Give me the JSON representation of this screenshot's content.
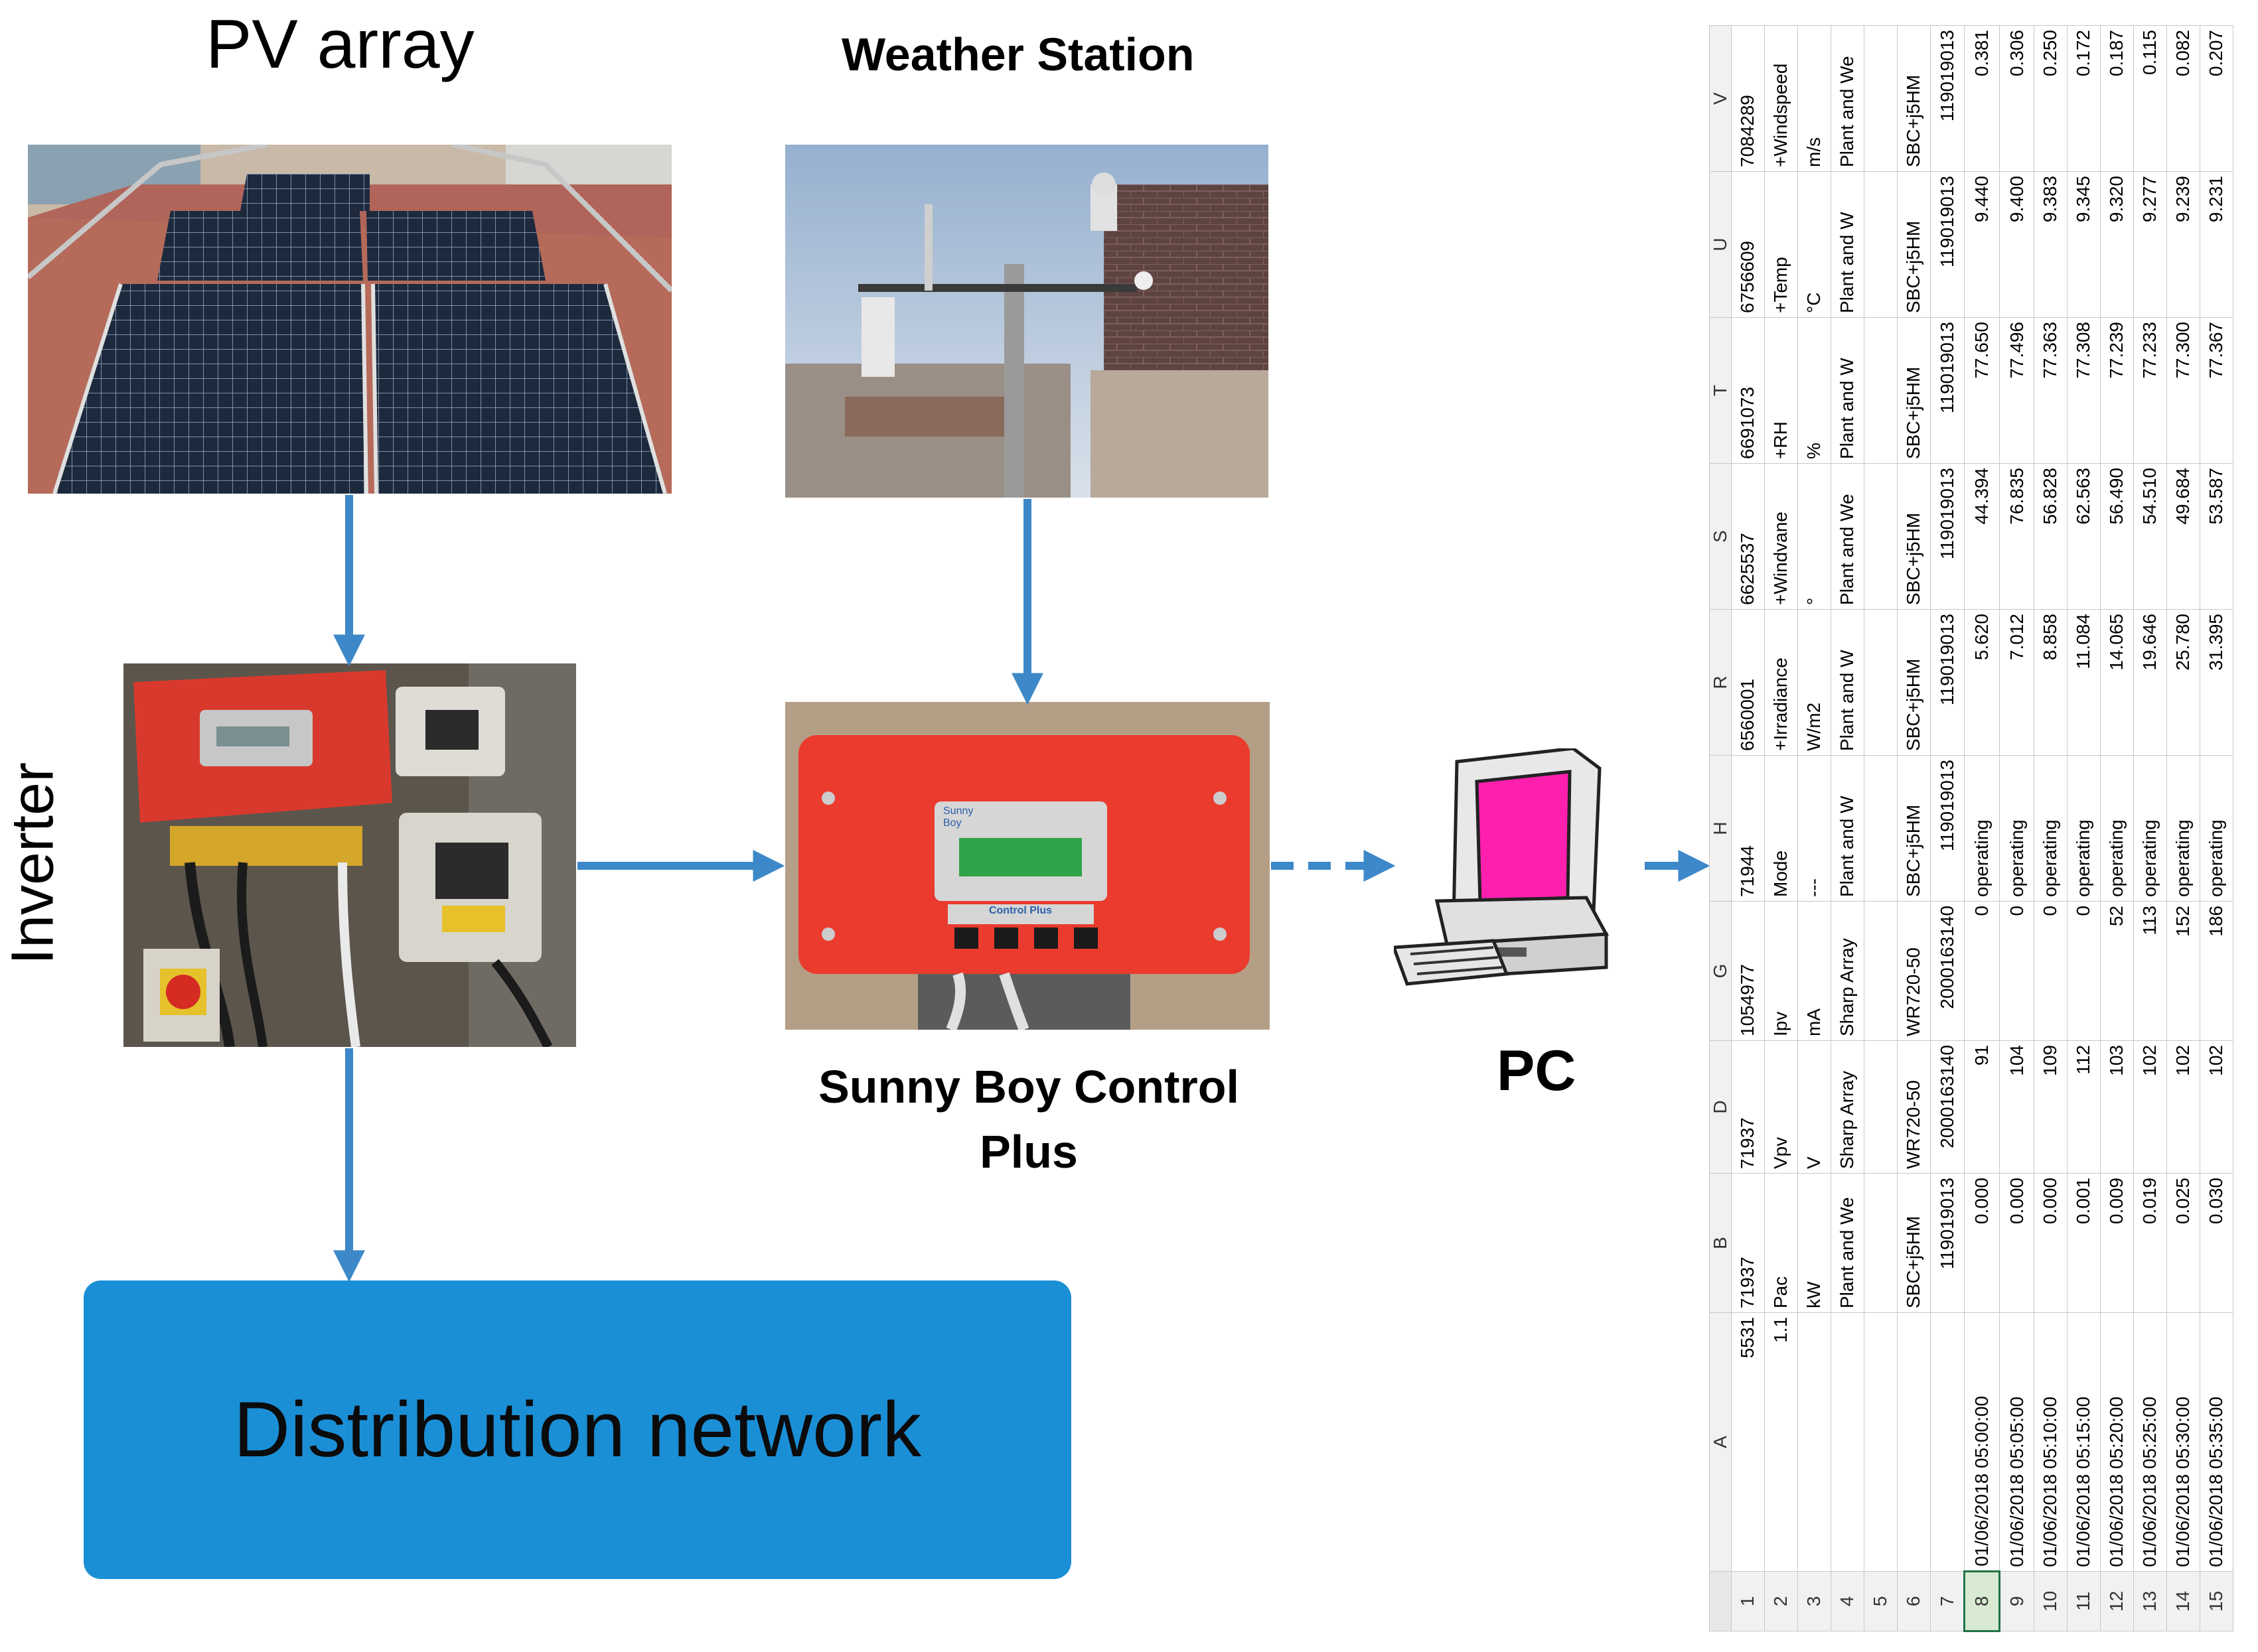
{
  "labels": {
    "pv_array": "PV array",
    "weather_station": "Weather Station",
    "inverter": "Inverter",
    "sunny_boy": [
      "Sunny Boy Control",
      "Plus"
    ],
    "pc": "PC",
    "distribution": "Distribution network",
    "control_unit_brand": "Sunny Boy",
    "control_unit_screen": "Control Plus"
  },
  "colors": {
    "arrow": "#3d88c8",
    "distribution_box": "#1b8fd6",
    "control_unit_body": "#ea3b2e",
    "pc_screen": "#ff1fae"
  },
  "spreadsheet": {
    "columns": [
      "A",
      "B",
      "D",
      "G",
      "H",
      "R",
      "S",
      "T",
      "U",
      "V"
    ],
    "rows": [
      [
        "5531",
        "71937",
        "71937",
        "1054977",
        "71944",
        "6560001",
        "6625537",
        "6691073",
        "6756609",
        "7084289"
      ],
      [
        "1.1",
        "Pac",
        "Vpv",
        "Ipv",
        "Mode",
        "+Irradiance",
        "+Windvane",
        "+RH",
        "+Temp",
        "+Windspeed"
      ],
      [
        "",
        "kW",
        "V",
        "mA",
        "---",
        "W/m2",
        "°",
        "%",
        "°C",
        "m/s"
      ],
      [
        "",
        "Plant and We",
        "Sharp Array",
        "Sharp Array",
        "Plant and W",
        "Plant and W",
        "Plant and We",
        "Plant and W",
        "Plant and W",
        "Plant and We"
      ],
      [
        "",
        "",
        "",
        "",
        "",
        "",
        "",
        "",
        "",
        ""
      ],
      [
        "",
        "SBC+j5HM",
        "WR720-50",
        "WR720-50",
        "SBC+j5HM",
        "SBC+j5HM",
        "SBC+j5HM",
        "SBC+j5HM",
        "SBC+j5HM",
        "SBC+j5HM"
      ],
      [
        "",
        "119019013",
        "2000163140",
        "2000163140",
        "119019013",
        "119019013",
        "119019013",
        "119019013",
        "119019013",
        "119019013"
      ],
      [
        "01/06/2018 05:00:00",
        "0.000",
        "91",
        "0",
        "operating",
        "5.620",
        "44.394",
        "77.650",
        "9.440",
        "0.381"
      ],
      [
        "01/06/2018 05:05:00",
        "0.000",
        "104",
        "0",
        "operating",
        "7.012",
        "76.835",
        "77.496",
        "9.400",
        "0.306"
      ],
      [
        "01/06/2018 05:10:00",
        "0.000",
        "109",
        "0",
        "operating",
        "8.858",
        "56.828",
        "77.363",
        "9.383",
        "0.250"
      ],
      [
        "01/06/2018 05:15:00",
        "0.001",
        "112",
        "0",
        "operating",
        "11.084",
        "62.563",
        "77.308",
        "9.345",
        "0.172"
      ],
      [
        "01/06/2018 05:20:00",
        "0.009",
        "103",
        "52",
        "operating",
        "14.065",
        "56.490",
        "77.239",
        "9.320",
        "0.187"
      ],
      [
        "01/06/2018 05:25:00",
        "0.019",
        "102",
        "113",
        "operating",
        "19.646",
        "54.510",
        "77.233",
        "9.277",
        "0.115"
      ],
      [
        "01/06/2018 05:30:00",
        "0.025",
        "102",
        "152",
        "operating",
        "25.780",
        "49.684",
        "77.300",
        "9.239",
        "0.082"
      ],
      [
        "01/06/2018 05:35:00",
        "0.030",
        "102",
        "186",
        "operating",
        "31.395",
        "53.587",
        "77.367",
        "9.231",
        "0.207"
      ]
    ],
    "row_numbers": [
      "1",
      "2",
      "3",
      "4",
      "5",
      "6",
      "7",
      "8",
      "9",
      "10",
      "11",
      "12",
      "13",
      "14",
      "15"
    ]
  }
}
